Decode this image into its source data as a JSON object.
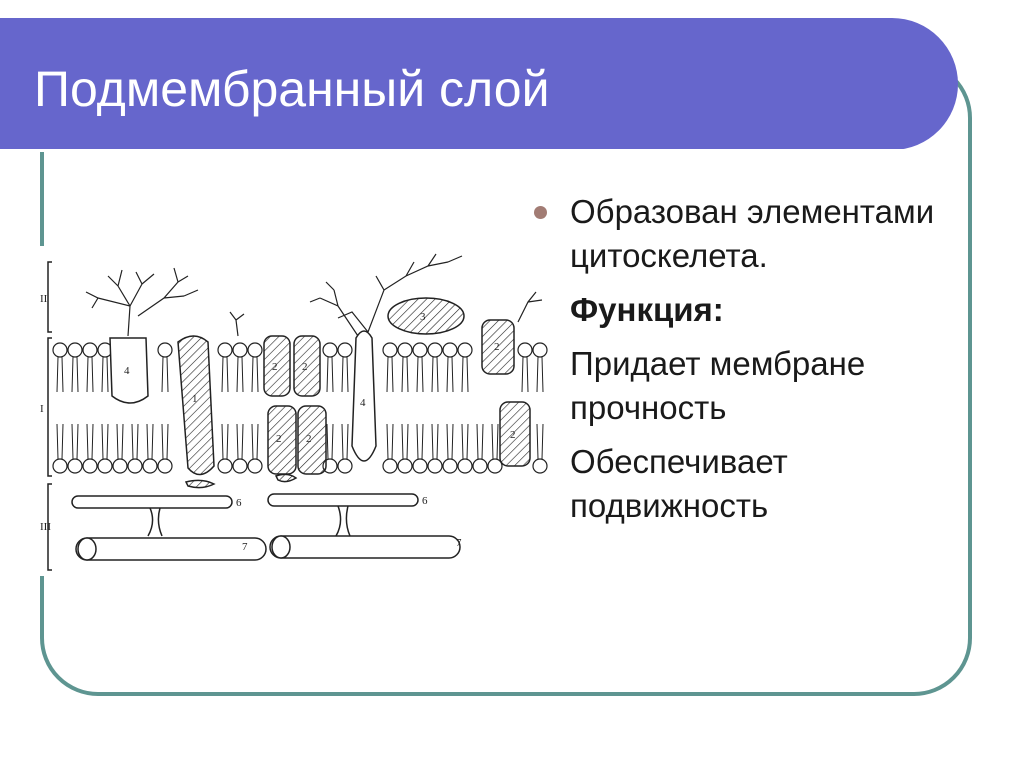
{
  "slide": {
    "title": "Подмембранный слой",
    "bullets": [
      {
        "text": "Образован элементами цитоскелета.",
        "style": "normal",
        "marker": true
      },
      {
        "text": "Функция:",
        "style": "bold",
        "marker": false
      },
      {
        "text": "Придает мембране прочность",
        "style": "normal",
        "marker": false
      },
      {
        "text": "Обеспечивает подвижность",
        "style": "normal",
        "marker": false
      }
    ]
  },
  "diagram": {
    "layer_labels": [
      "II",
      "I",
      "III"
    ],
    "protein_labels": [
      "4",
      "1",
      "2",
      "2",
      "4",
      "3",
      "2",
      "2",
      "2",
      "2"
    ],
    "filament_labels": [
      "6",
      "7",
      "6",
      "7"
    ]
  },
  "colors": {
    "title_band": "#6666cc",
    "frame": "#5e9591",
    "bullet": "#a27c74",
    "text": "#1a1a1a",
    "title_text": "#ffffff"
  }
}
